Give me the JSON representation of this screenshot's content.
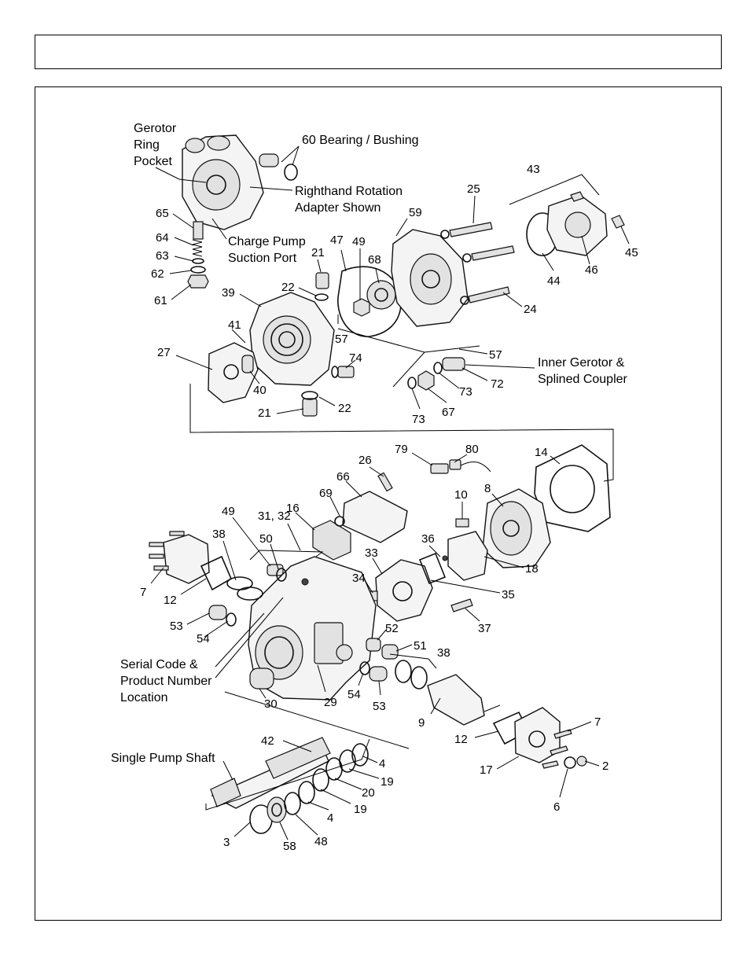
{
  "header": {
    "title": ""
  },
  "labels": {
    "gerotor": [
      "Gerotor",
      "Ring",
      "Pocket"
    ],
    "bearing": "60  Bearing / Bushing",
    "righthand": [
      "Righthand Rotation",
      "Adapter Shown"
    ],
    "charge": [
      "Charge Pump",
      "Suction Port"
    ],
    "inner": [
      "Inner Gerotor &",
      "Splined Coupler"
    ],
    "serial": [
      "Serial Code &",
      "Product Number",
      "Location"
    ],
    "shaft": "Single Pump Shaft"
  },
  "callouts": {
    "n25": "25",
    "n43": "43",
    "n59": "59",
    "n47": "47",
    "n49a": "49",
    "n68": "68",
    "n44": "44",
    "n46": "46",
    "n45": "45",
    "n24": "24",
    "n65": "65",
    "n64": "64",
    "n63": "63",
    "n62": "62",
    "n61": "61",
    "n21a": "21",
    "n22a": "22",
    "n39": "39",
    "n57a": "57",
    "n57b": "57",
    "n41": "41",
    "n27": "27",
    "n40": "40",
    "n74": "74",
    "n72": "72",
    "n73a": "73",
    "n73b": "73",
    "n67": "67",
    "n22b": "22",
    "n21b": "21",
    "n79": "79",
    "n80": "80",
    "n14": "14",
    "n26": "26",
    "n66": "66",
    "n16": "16",
    "n69": "69",
    "n10": "10",
    "n8": "8",
    "n49b": "49",
    "n3132": "31, 32",
    "n50": "50",
    "n38a": "38",
    "n36": "36",
    "n33": "33",
    "n18": "18",
    "n7a": "7",
    "n12a": "12",
    "n34": "34",
    "n35": "35",
    "n53a": "53",
    "n54a": "54",
    "n37": "37",
    "n52": "52",
    "n51": "51",
    "n38b": "38",
    "n54b": "54",
    "n30": "30",
    "n29": "29",
    "n53b": "53",
    "n9": "9",
    "n12b": "12",
    "n7b": "7",
    "n42": "42",
    "n4a": "4",
    "n2": "2",
    "n17": "17",
    "n19a": "19",
    "n20": "20",
    "n6": "6",
    "n19b": "19",
    "n4b": "4",
    "n3": "3",
    "n58": "58",
    "n48": "48"
  }
}
